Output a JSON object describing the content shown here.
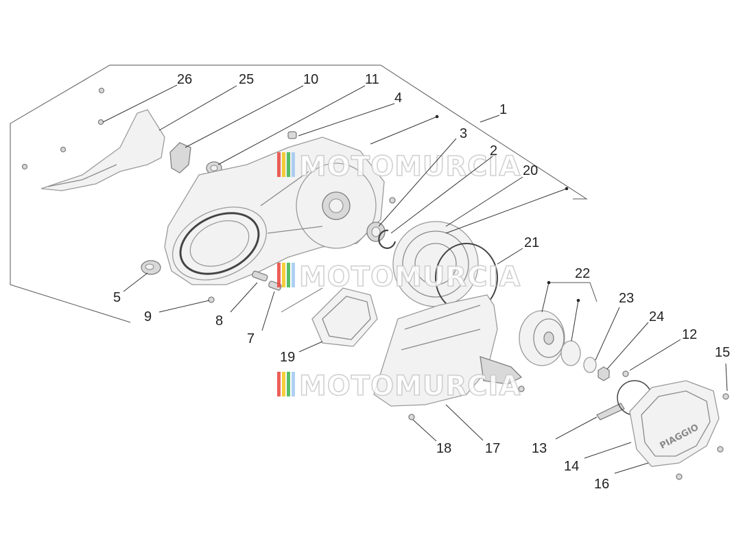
{
  "watermark": {
    "text": "MOTOMURCIA",
    "stripe_colors": [
      "#e8453c",
      "#f5c518",
      "#3cb44b",
      "#a0c8f0"
    ]
  },
  "callouts": [
    {
      "id": "26",
      "label": "26"
    },
    {
      "id": "25",
      "label": "25"
    },
    {
      "id": "10",
      "label": "10"
    },
    {
      "id": "11",
      "label": "11"
    },
    {
      "id": "4",
      "label": "4"
    },
    {
      "id": "1",
      "label": "1"
    },
    {
      "id": "3",
      "label": "3"
    },
    {
      "id": "2",
      "label": "2"
    },
    {
      "id": "20",
      "label": "20"
    },
    {
      "id": "21",
      "label": "21"
    },
    {
      "id": "22",
      "label": "22"
    },
    {
      "id": "23",
      "label": "23"
    },
    {
      "id": "24",
      "label": "24"
    },
    {
      "id": "12",
      "label": "12"
    },
    {
      "id": "15",
      "label": "15"
    },
    {
      "id": "5",
      "label": "5"
    },
    {
      "id": "9",
      "label": "9"
    },
    {
      "id": "8",
      "label": "8"
    },
    {
      "id": "7",
      "label": "7"
    },
    {
      "id": "19",
      "label": "19"
    },
    {
      "id": "18",
      "label": "18"
    },
    {
      "id": "17",
      "label": "17"
    },
    {
      "id": "13",
      "label": "13"
    },
    {
      "id": "14",
      "label": "14"
    },
    {
      "id": "16",
      "label": "16"
    }
  ],
  "cover_logo": "PIAGGIO"
}
